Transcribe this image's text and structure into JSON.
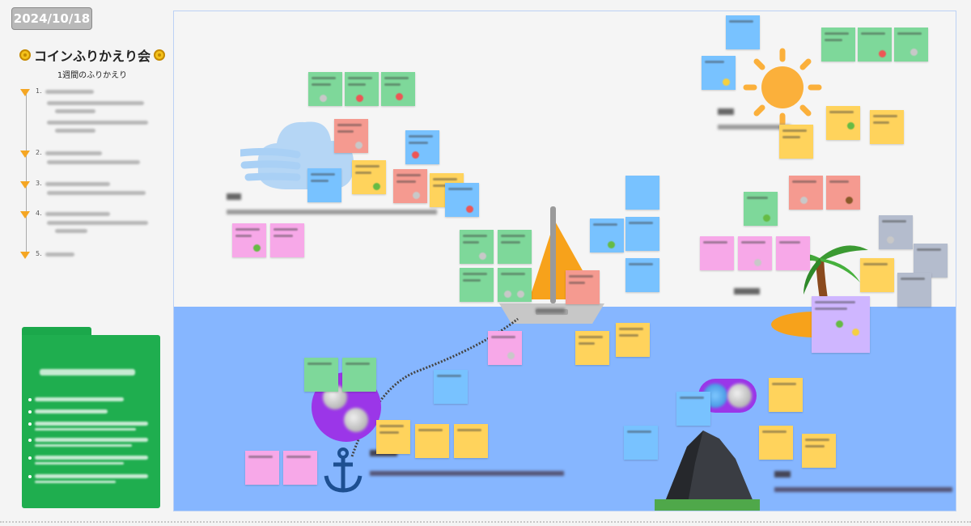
{
  "header": {
    "date": "2024/10/18",
    "title": "コインふりかえり会",
    "subtitle": "1週間のふりかえり"
  },
  "agenda": {
    "step_numbers": [
      "1.",
      "2.",
      "3.",
      "4.",
      "5."
    ]
  },
  "colors": {
    "accent_orange": "#f5a623",
    "sea_blue": "#86b6ff",
    "folder_green": "#1fae4f",
    "coin_purple": "#9b36e8"
  },
  "icons": [
    "coin-icon",
    "anchor-icon",
    "sun-icon",
    "sailboat-icon",
    "palm-island-icon",
    "rock-icon",
    "wind-cloud-icon",
    "folder-icon"
  ]
}
